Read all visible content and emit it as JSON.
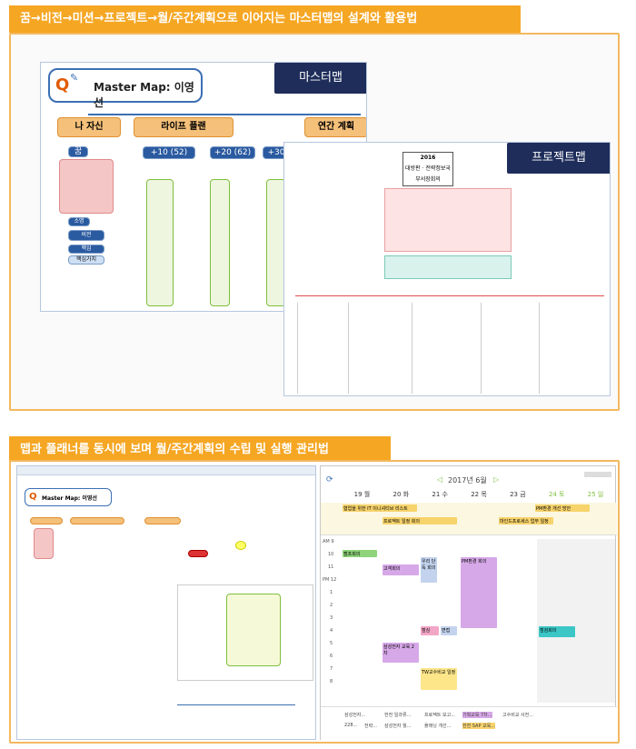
{
  "top_banner": "꿈→비전→미션→프로젝트→월/주간계획으로 이어지는 마스터맵의 설계와 활용법",
  "bottom_banner": "맵과 플래너를 동시에 보며 월/주간계획의 수립 및 실행 관리법",
  "master_map": {
    "tag": "마스터맵",
    "title": "Master Map: 이영선",
    "top_nodes": [
      "나 자신",
      "라이프 플랜",
      "연간 계획"
    ],
    "sub_nodes": [
      "+10 (52)",
      "+20 (62)",
      "+30"
    ],
    "left_labels": [
      "꿈",
      "소명",
      "비전",
      "핵심",
      "핵심가치"
    ]
  },
  "project_map": {
    "tag": "프로젝트맵",
    "title_lines": [
      "2016",
      "대방판 · 전략정보국",
      "부서장회의"
    ]
  },
  "planner": {
    "app_title": "Master Map: 이영선",
    "month": "2017년 6월",
    "days": [
      "19 월",
      "20 화",
      "21 수",
      "22 목",
      "23 금",
      "24 토",
      "25 일"
    ],
    "times": [
      "AM 9",
      "10",
      "11",
      "PM 12",
      "1",
      "2",
      "3",
      "4",
      "5",
      "6",
      "7",
      "8"
    ],
    "allday_events": [
      "협업을 위한 IT 이니셔티브 리스트",
      "프로젝트 일정 회의",
      "PM환경 개선 방안",
      "마인드프로세스 업무 일정"
    ],
    "events": [
      "캠프회의",
      "고객회의",
      "PM환경 회의",
      "우리 단독 회의",
      "점심",
      "삼성전자 교육 2차",
      "점검회의",
      "TW교수비교 일정",
      "면접"
    ],
    "tasks": [
      "삼성전자...",
      "한전 일과류...",
      "프로젝트 보고...",
      "기획교육 7차...",
      "고수비교 사전...",
      "228...",
      "전략...",
      "삼성전자 월...",
      "플래닝 개선...",
      "한전 SAP 교육..."
    ]
  }
}
